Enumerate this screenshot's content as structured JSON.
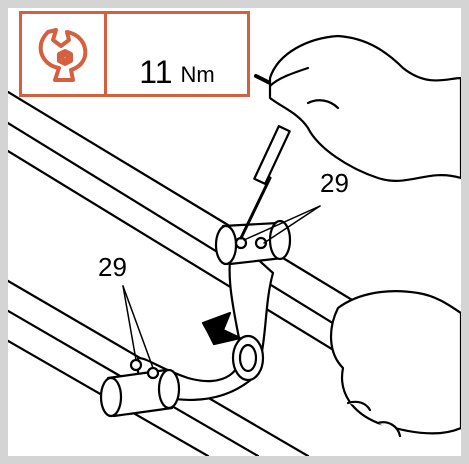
{
  "torque": {
    "icon": "wrench-nut-icon",
    "value": "11",
    "unit": "Nm",
    "color": "#d4603f"
  },
  "callouts": {
    "upper_clamp": "29",
    "lower_clamp": "29"
  }
}
